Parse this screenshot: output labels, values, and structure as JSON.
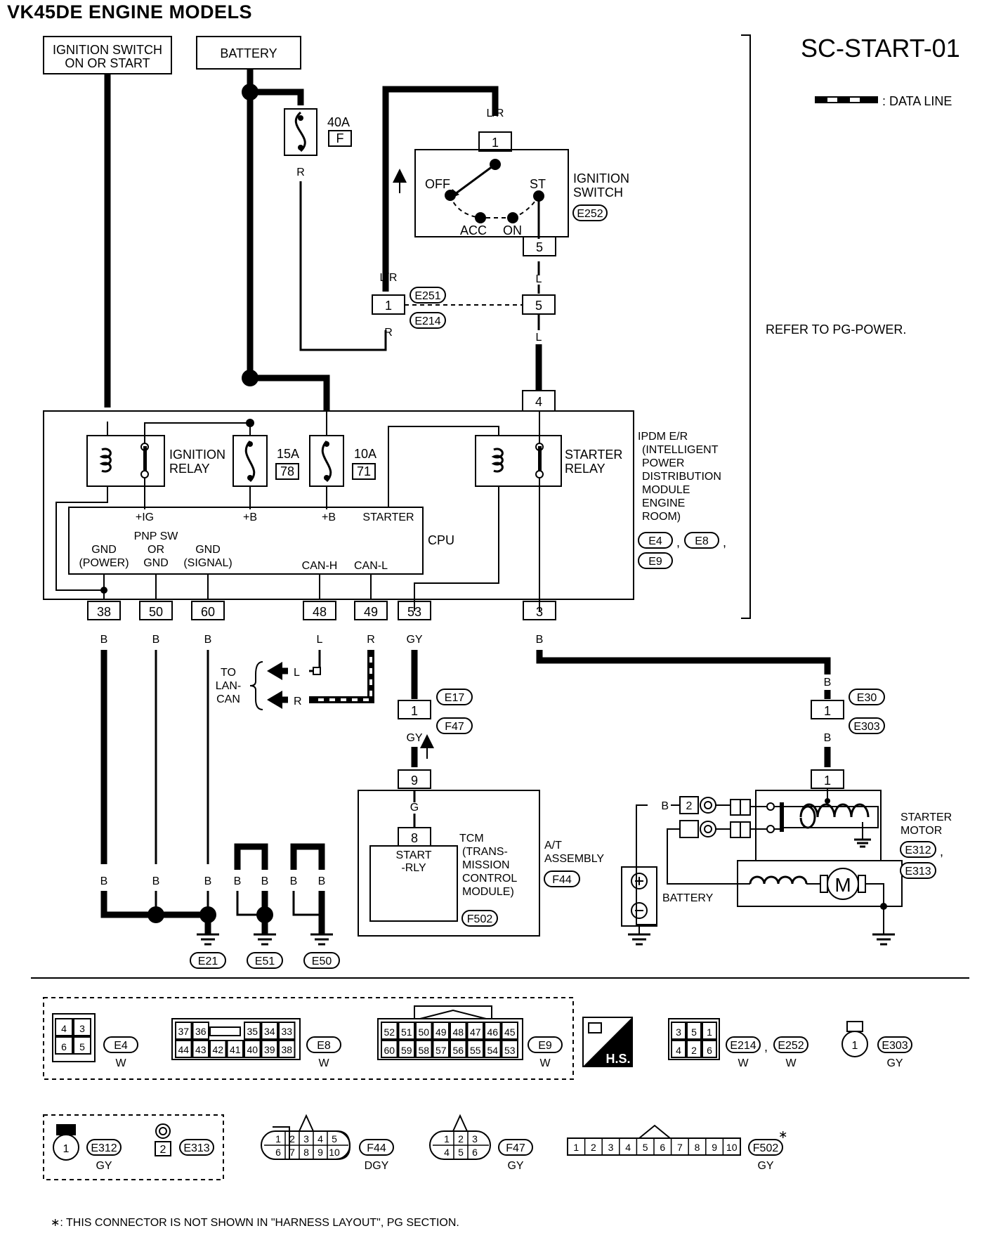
{
  "header": {
    "title": "VK45DE ENGINE MODELS",
    "code": "SC-START-01"
  },
  "legend": {
    "data_line": ": DATA LINE"
  },
  "labels": {
    "ign_on_start_1": "IGNITION SWITCH",
    "ign_on_start_2": "ON OR START",
    "battery_top": "BATTERY",
    "fuse_40a": "40A",
    "fuse_40a_id": "F",
    "wire_r": "R",
    "wire_lr": "L/R",
    "wire_l": "L",
    "wire_b": "B",
    "wire_gy": "GY",
    "wire_g": "G",
    "ign_sw_1": "IGNITION",
    "ign_sw_2": "SWITCH",
    "off": "OFF",
    "st": "ST",
    "acc": "ACC",
    "on": "ON",
    "refer": "REFER TO PG-POWER.",
    "ign_relay_1": "IGNITION",
    "ign_relay_2": "RELAY",
    "fuse_15a": "15A",
    "fuse_15a_id": "78",
    "fuse_10a": "10A",
    "fuse_10a_id": "71",
    "starter_relay_1": "STARTER",
    "starter_relay_2": "RELAY",
    "ipdm": [
      "IPDM E/R",
      "(INTELLIGENT",
      "POWER",
      "DISTRIBUTION",
      "MODULE",
      "ENGINE",
      "ROOM)"
    ],
    "plus_ig": "+IG",
    "plus_b": "+B",
    "starter": "STARTER",
    "cpu": "CPU",
    "pnp_1": "PNP SW",
    "pnp_2": "OR",
    "pnp_3": "GND",
    "gnd_power_1": "GND",
    "gnd_power_2": "(POWER)",
    "gnd_signal_1": "GND",
    "gnd_signal_2": "(SIGNAL)",
    "can_h": "CAN-H",
    "can_l": "CAN-L",
    "to_lan_1": "TO",
    "to_lan_2": "LAN-",
    "to_lan_3": "CAN",
    "tcm": [
      "TCM",
      "(TRANS-",
      "MISSION",
      "CONTROL",
      "MODULE)"
    ],
    "start_rly_1": "START",
    "start_rly_2": "-RLY",
    "at_assembly_1": "A/T",
    "at_assembly_2": "ASSEMBLY",
    "starter_motor_1": "STARTER",
    "starter_motor_2": "MOTOR",
    "battery_bottom": "BATTERY",
    "motor_m": "M",
    "hs": "H.S.",
    "footnote": "∗: THIS CONNECTOR IS NOT SHOWN IN \"HARNESS LAYOUT\", PG SECTION."
  },
  "pins": {
    "p1": "1",
    "p2": "2",
    "p3": "3",
    "p4": "4",
    "p5": "5",
    "p8": "8",
    "p9": "9",
    "p38": "38",
    "p48": "48",
    "p49": "49",
    "p50": "50",
    "p53": "53",
    "p60": "60"
  },
  "connectors": {
    "e252": "E252",
    "e251": "E251",
    "e214": "E214",
    "e4": "E4",
    "e8": "E8",
    "e9": "E9",
    "e17": "E17",
    "f47": "F47",
    "e30": "E30",
    "e303": "E303",
    "e312": "E312",
    "e313": "E313",
    "f44": "F44",
    "f502": "F502",
    "e21": "E21",
    "e51": "E51",
    "e50": "E50"
  },
  "connector_views": {
    "e4": {
      "rows": [
        [
          "4",
          "3"
        ],
        [
          "6",
          "5"
        ]
      ],
      "color": "W"
    },
    "e8": {
      "rows": [
        [
          "37",
          "36",
          "",
          "35",
          "34",
          "33"
        ],
        [
          "44",
          "43",
          "42",
          "41",
          "40",
          "39",
          "38"
        ]
      ],
      "color": "W"
    },
    "e9": {
      "rows": [
        [
          "52",
          "51",
          "50",
          "49",
          "48",
          "47",
          "46",
          "45"
        ],
        [
          "60",
          "59",
          "58",
          "57",
          "56",
          "55",
          "54",
          "53"
        ]
      ],
      "color": "W"
    },
    "e214_e252": {
      "rows": [
        [
          "3",
          "5",
          "1"
        ],
        [
          "4",
          "2",
          "6"
        ]
      ],
      "color_1": "W",
      "color_2": "W",
      "sep": ","
    },
    "e303": {
      "pin": "1",
      "color": "GY"
    },
    "e312": {
      "pin": "1",
      "color": "GY"
    },
    "e313": {
      "pin": "2"
    },
    "f44": {
      "rows": [
        [
          "1",
          "2",
          "3",
          "4",
          "5"
        ],
        [
          "6",
          "7",
          "8",
          "9",
          "10"
        ]
      ],
      "color": "DGY"
    },
    "f47": {
      "rows": [
        [
          "1",
          "2",
          "3"
        ],
        [
          "4",
          "5",
          "6"
        ]
      ],
      "color": "GY"
    },
    "f502": {
      "row": [
        "1",
        "2",
        "3",
        "4",
        "5",
        "6",
        "7",
        "8",
        "9",
        "10"
      ],
      "color": "GY",
      "mark": "∗"
    }
  },
  "separators": {
    "comma": ","
  }
}
